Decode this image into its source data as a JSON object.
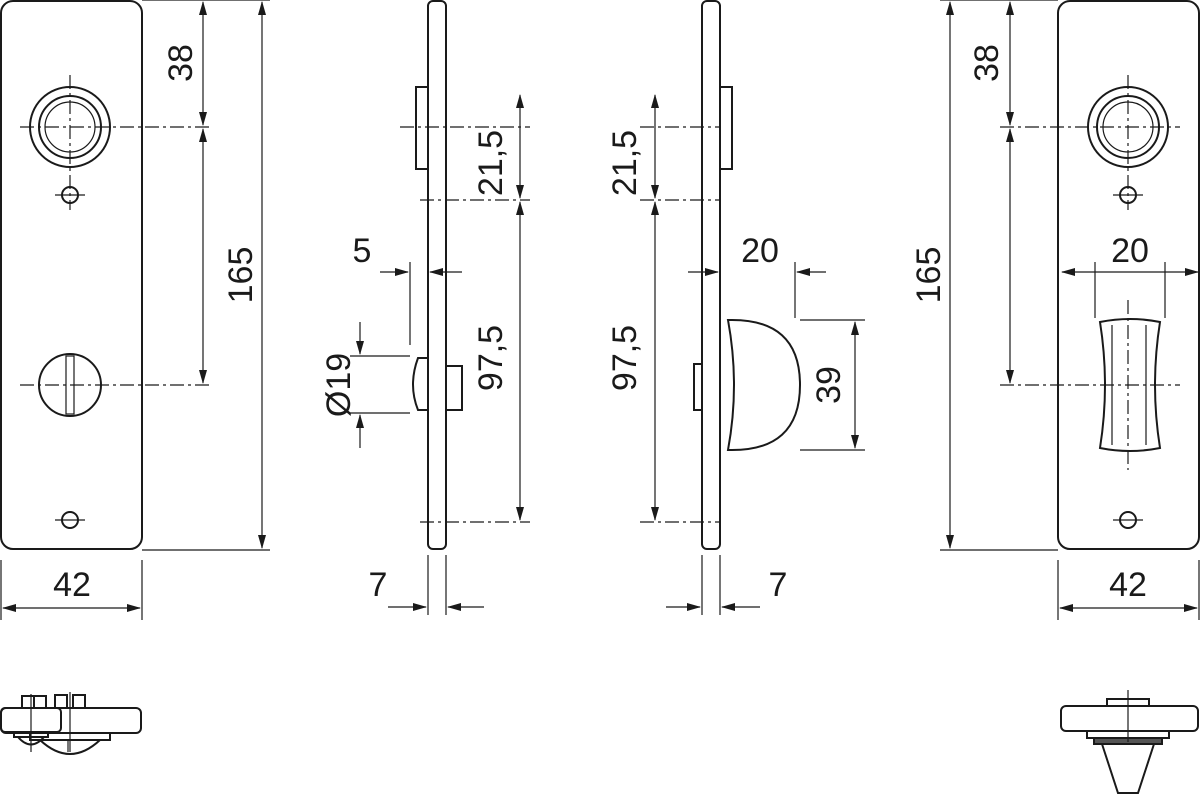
{
  "title": "Bathroom door plate dimension drawing",
  "dimensions": {
    "left_top_offset": "38",
    "left_height": "165",
    "left_width": "42",
    "side1_rose_offset": "5",
    "side1_knob_diameter": "Ø19",
    "side1_rose_spacing": "21,5",
    "side1_distance": "97,5",
    "side1_thickness": "7",
    "side2_rose_spacing": "21,5",
    "side2_distance": "97,5",
    "side2_knob_projection": "20",
    "side2_knob_height": "39",
    "side2_thickness": "7",
    "right_top_offset": "38",
    "right_height": "165",
    "right_knob_projection": "20",
    "right_width": "42"
  }
}
